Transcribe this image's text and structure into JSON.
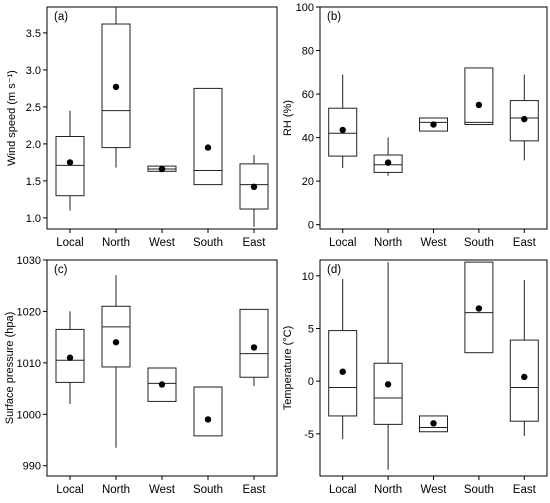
{
  "chart_data": [
    {
      "type": "box",
      "panel_label": "(a)",
      "ylabel": "Wind speed (m s⁻¹)",
      "categories": [
        "Local",
        "North",
        "West",
        "South",
        "East"
      ],
      "ylim": [
        0.85,
        3.85
      ],
      "yticks": [
        1.0,
        1.5,
        2.0,
        2.5,
        3.0,
        3.5
      ],
      "ytick_labels": [
        "1.0",
        "1.5",
        "2.0",
        "2.5",
        "3.0",
        "3.5"
      ],
      "boxes": [
        {
          "min": 1.1,
          "q1": 1.3,
          "median": 1.71,
          "q3": 2.1,
          "max": 2.45,
          "mean": 1.75
        },
        {
          "min": 1.68,
          "q1": 1.95,
          "median": 2.45,
          "q3": 3.62,
          "max": 3.85,
          "mean": 2.77
        },
        {
          "min": 1.62,
          "q1": 1.63,
          "median": 1.66,
          "q3": 1.7,
          "max": 1.7,
          "mean": 1.66
        },
        {
          "min": 1.45,
          "q1": 1.45,
          "median": 1.64,
          "q3": 2.75,
          "max": 2.75,
          "mean": 1.95
        },
        {
          "min": 0.88,
          "q1": 1.12,
          "median": 1.45,
          "q3": 1.73,
          "max": 1.85,
          "mean": 1.42
        }
      ]
    },
    {
      "type": "box",
      "panel_label": "(b)",
      "ylabel": "RH (%)",
      "categories": [
        "Local",
        "North",
        "West",
        "South",
        "East"
      ],
      "ylim": [
        -2,
        100
      ],
      "yticks": [
        0,
        20,
        40,
        60,
        80,
        100
      ],
      "ytick_labels": [
        "0",
        "20",
        "40",
        "60",
        "80",
        "100"
      ],
      "boxes": [
        {
          "min": 26,
          "q1": 31.5,
          "median": 42,
          "q3": 53.5,
          "max": 69,
          "mean": 43.5
        },
        {
          "min": 22.5,
          "q1": 24,
          "median": 27.5,
          "q3": 32,
          "max": 40,
          "mean": 28.5
        },
        {
          "min": 43,
          "q1": 43,
          "median": 47,
          "q3": 49,
          "max": 49,
          "mean": 46
        },
        {
          "min": 46,
          "q1": 46,
          "median": 47,
          "q3": 72,
          "max": 72,
          "mean": 55
        },
        {
          "min": 29.5,
          "q1": 38.5,
          "median": 49,
          "q3": 57,
          "max": 69,
          "mean": 48.5
        }
      ]
    },
    {
      "type": "box",
      "panel_label": "(c)",
      "ylabel": "Surface pressure (hpa)",
      "categories": [
        "Local",
        "North",
        "West",
        "South",
        "East"
      ],
      "ylim": [
        988,
        1030
      ],
      "yticks": [
        990,
        1000,
        1010,
        1020,
        1030
      ],
      "ytick_labels": [
        "990",
        "1000",
        "1010",
        "1020",
        "1030"
      ],
      "boxes": [
        {
          "min": 1002,
          "q1": 1006.2,
          "median": 1010.5,
          "q3": 1016.5,
          "max": 1020,
          "mean": 1011
        },
        {
          "min": 993.5,
          "q1": 1009.2,
          "median": 1017,
          "q3": 1021,
          "max": 1027,
          "mean": 1014
        },
        {
          "min": 1002.5,
          "q1": 1002.5,
          "median": 1006,
          "q3": 1009,
          "max": 1009,
          "mean": 1005.8
        },
        {
          "min": 995.8,
          "q1": 995.8,
          "median": 1005.3,
          "q3": 1005.3,
          "max": 1005.3,
          "mean": 999
        },
        {
          "min": 1005.5,
          "q1": 1007.2,
          "median": 1011.8,
          "q3": 1020.4,
          "max": 1020.4,
          "mean": 1013
        }
      ]
    },
    {
      "type": "box",
      "panel_label": "(d)",
      "ylabel": "Temperature (°C)",
      "categories": [
        "Local",
        "North",
        "West",
        "South",
        "East"
      ],
      "ylim": [
        -9,
        11.5
      ],
      "yticks": [
        -5,
        0,
        5,
        10
      ],
      "ytick_labels": [
        "-5",
        "0",
        "5",
        "10"
      ],
      "boxes": [
        {
          "min": -5.5,
          "q1": -3.3,
          "median": -0.6,
          "q3": 4.8,
          "max": 9.7,
          "mean": 0.9
        },
        {
          "min": -8.4,
          "q1": -4.1,
          "median": -1.6,
          "q3": 1.7,
          "max": 11.3,
          "mean": -0.3
        },
        {
          "min": -4.8,
          "q1": -4.8,
          "median": -4.4,
          "q3": -3.3,
          "max": -3.3,
          "mean": -4.0
        },
        {
          "min": 2.7,
          "q1": 2.7,
          "median": 6.5,
          "q3": 11.3,
          "max": 11.3,
          "mean": 6.9
        },
        {
          "min": -5.2,
          "q1": -3.8,
          "median": -0.6,
          "q3": 3.9,
          "max": 9.6,
          "mean": 0.4
        }
      ]
    }
  ]
}
